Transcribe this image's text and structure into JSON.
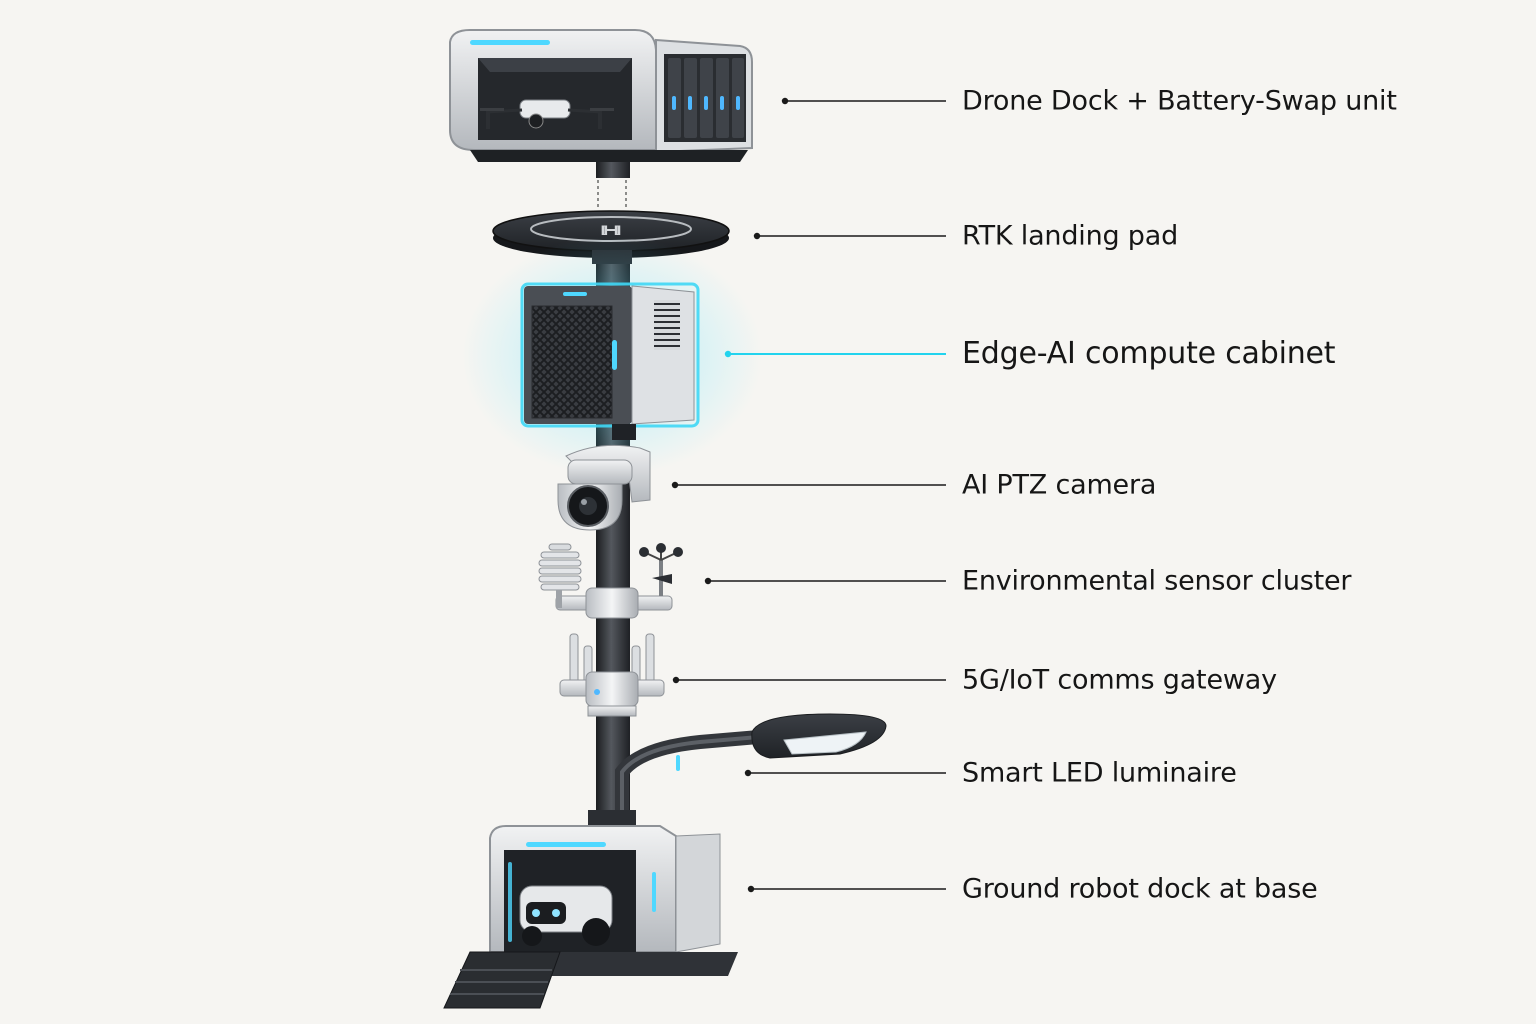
{
  "colors": {
    "background": "#f6f5f2",
    "accent_glow": "#22d3ee",
    "dark_metal": "#2e3136",
    "light_metal": "#e4e6e8",
    "text": "#161616"
  },
  "callouts": [
    {
      "id": "drone-dock",
      "label": "Drone Dock + Battery-Swap unit",
      "highlight": false
    },
    {
      "id": "landing-pad",
      "label": "RTK landing pad",
      "highlight": false
    },
    {
      "id": "compute-cabinet",
      "label": "Edge-AI compute cabinet",
      "highlight": true
    },
    {
      "id": "ptz-camera",
      "label": "AI PTZ camera",
      "highlight": false
    },
    {
      "id": "sensor-cluster",
      "label": "Environmental sensor cluster",
      "highlight": false
    },
    {
      "id": "comms-gateway",
      "label": "5G/IoT comms gateway",
      "highlight": false
    },
    {
      "id": "led-luminaire",
      "label": "Smart LED luminaire",
      "highlight": false
    },
    {
      "id": "robot-dock",
      "label": "Ground robot dock at base",
      "highlight": false
    }
  ],
  "landing_pad_marking": "H"
}
